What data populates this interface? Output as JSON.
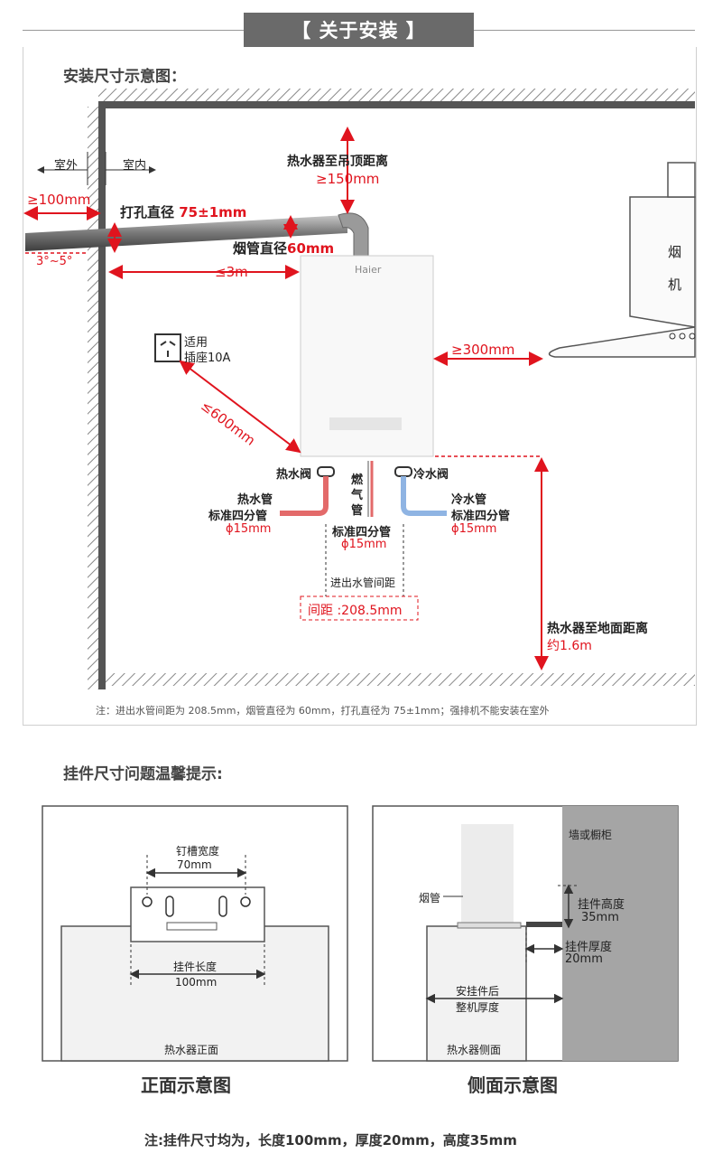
{
  "header": {
    "title": "【 关于安装 】"
  },
  "install": {
    "section_title": "安装尺寸示意图：",
    "outdoor": "室外",
    "indoor": "室内",
    "wall_gap": "≥100mm",
    "hole_label": "打孔直径",
    "hole_value": "75±1mm",
    "ceiling_line1": "热水器至吊顶距离",
    "ceiling_line2": "≥150mm",
    "pipe_label": "烟管直径",
    "pipe_value": "60mm",
    "tilt": "3°~5°",
    "side_gap": "≤3m",
    "brand": "Haier",
    "socket_line1": "适用",
    "socket_line2": "插座10A",
    "socket_distance": "≤600mm",
    "hood_char1": "烟",
    "hood_char2": "机",
    "hood_distance": "≥300mm",
    "hot_valve": "热水阀",
    "cold_valve": "冷水阀",
    "gas_char1": "燃",
    "gas_char2": "气",
    "gas_char3": "管",
    "hot_pipe_l1": "热水管",
    "hot_pipe_l2": "标准四分管",
    "hot_pipe_l3": "ϕ15mm",
    "gas_pipe_l1": "标准四分管",
    "gas_pipe_l2": "ϕ15mm",
    "cold_pipe_l1": "冷水管",
    "cold_pipe_l2": "标准四分管",
    "cold_pipe_l3": "ϕ15mm",
    "spacing_label": "进出水管间距",
    "spacing_value": "间距 :208.5mm",
    "floor_line1": "热水器至地面距离",
    "floor_line2": "约1.6m",
    "note": "注：进出水管间距为 208.5mm，烟管直径为 60mm，打孔直径为 75±1mm；强排机不能安装在室外"
  },
  "hanger": {
    "section_title": "挂件尺寸问题温馨提示:",
    "front": {
      "slot_label": "钉槽宽度",
      "slot_value": "70mm",
      "length_label": "挂件长度",
      "length_value": "100mm",
      "bottom_label": "热水器正面",
      "caption": "正面示意图"
    },
    "side": {
      "wall_label": "墙或橱柜",
      "pipe_label": "烟管",
      "height_label": "挂件高度",
      "height_value": "35mm",
      "thick_label": "挂件厚度",
      "thick_value": "20mm",
      "total_l1": "安挂件后",
      "total_l2": "整机厚度",
      "bottom_label": "热水器侧面",
      "caption": "侧面示意图"
    },
    "note": "注:挂件尺寸均为，长度100mm，厚度20mm，高度35mm"
  },
  "colors": {
    "accent_red": "#e0141e",
    "hot_pipe": "#e36a6a",
    "cold_pipe": "#8fb4e3",
    "header_bg": "#6a6a6a",
    "wall_gray": "#9a9a9a"
  }
}
